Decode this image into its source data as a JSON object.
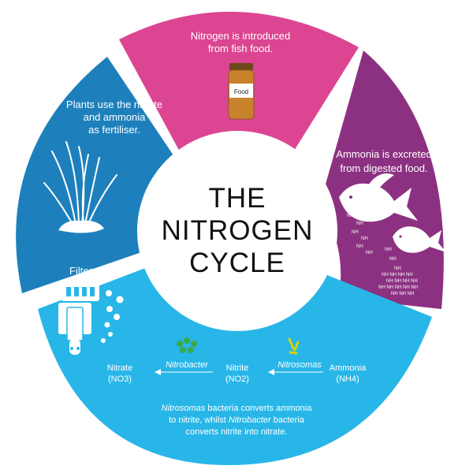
{
  "center": {
    "line1": "THE",
    "line2": "NITROGEN",
    "line3": "CYCLE"
  },
  "segments": {
    "food": {
      "line1": "Nitrogen is introduced",
      "line2": "from fish food.",
      "jar_label": "Food"
    },
    "ammonia": {
      "line1": "Ammonia is excreted",
      "line2": "from digested food."
    },
    "plants": {
      "line1": "Plants use the nitrate",
      "line2": "and ammonia",
      "line3": "as fertiliser."
    },
    "filter": {
      "label": "Filter",
      "nitrate_name": "Nitrate",
      "nitrate_formula": "(NO3)",
      "nitrite_name": "Nitrite",
      "nitrite_formula": "(NO2)",
      "ammonia_name": "Ammonia",
      "ammonia_formula": "(NH4)",
      "nitrobacter_label": "Nitrobacter",
      "nitrosomas_label": "Nitrosomas",
      "caption_l1_italic": "Nitrosomas",
      "caption_l1_rest": " bacteria converts ammonia",
      "caption_l2_a": "to nitrite, whilst ",
      "caption_l2_italic": "Nitrobacter",
      "caption_l2_rest": " bacteria",
      "caption_l3": "converts nitrite into nitrate."
    }
  },
  "colors": {
    "food": "#dc4591",
    "ammonia": "#8c3181",
    "plants": "#1d80bc",
    "filter": "#28b6e8",
    "nitrobacter_dots": "#3aaa47",
    "nitrosomas_marks": "#d6d400"
  }
}
